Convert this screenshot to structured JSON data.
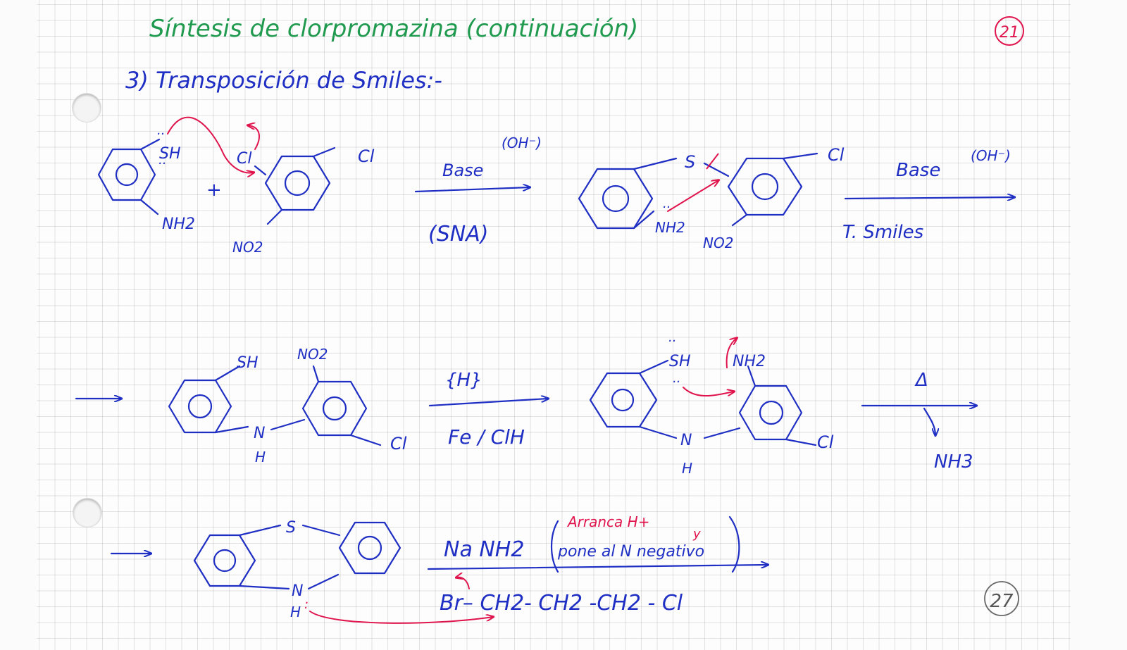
{
  "header": {
    "title": "Síntesis de clorpromazina (continuación)",
    "page_circle": "21",
    "subtitle": "3) Transposición de Smiles:-"
  },
  "step1": {
    "thiol": "SH",
    "amine": "NH2",
    "chloro_leaving": "Cl",
    "chloro_ring": "Cl",
    "nitro": "NO2",
    "plus": "+",
    "reagent_top": "Base",
    "reagent_ion": "(OH⁻)",
    "reagent_bottom": "(SNA)"
  },
  "intermediate1": {
    "sulfur": "S",
    "chloro": "Cl",
    "amine": "NH2",
    "nitro": "NO2",
    "reagent_top": "Base",
    "reagent_ion": "(OH⁻)",
    "reagent_bottom": "T. Smiles"
  },
  "step2": {
    "thiol": "SH",
    "nitro": "NO2",
    "nh": "N",
    "h": "H",
    "chloro": "Cl",
    "reagent_top": "{H}",
    "reagent_bottom": "Fe / ClH"
  },
  "intermediate2": {
    "thiol": "SH",
    "amine": "NH2",
    "nh": "N",
    "h": "H",
    "chloro": "Cl",
    "reagent_top": "Δ",
    "byproduct": "NH3"
  },
  "step3": {
    "sulfur": "S",
    "nh": "N",
    "h": "H",
    "reagent_top": "Na NH2",
    "note_line1": "Arranca H+",
    "note_y": "y",
    "note_line2": "pone al N negativo",
    "alkyl": "Br– CH2- CH2 -CH2 - Cl"
  },
  "footer": {
    "page_number": "27"
  },
  "colors": {
    "ink_blue": "#1f2fc4",
    "ink_green": "#1f9a4e",
    "ink_red": "#e0144c",
    "pencil": "#555555"
  }
}
